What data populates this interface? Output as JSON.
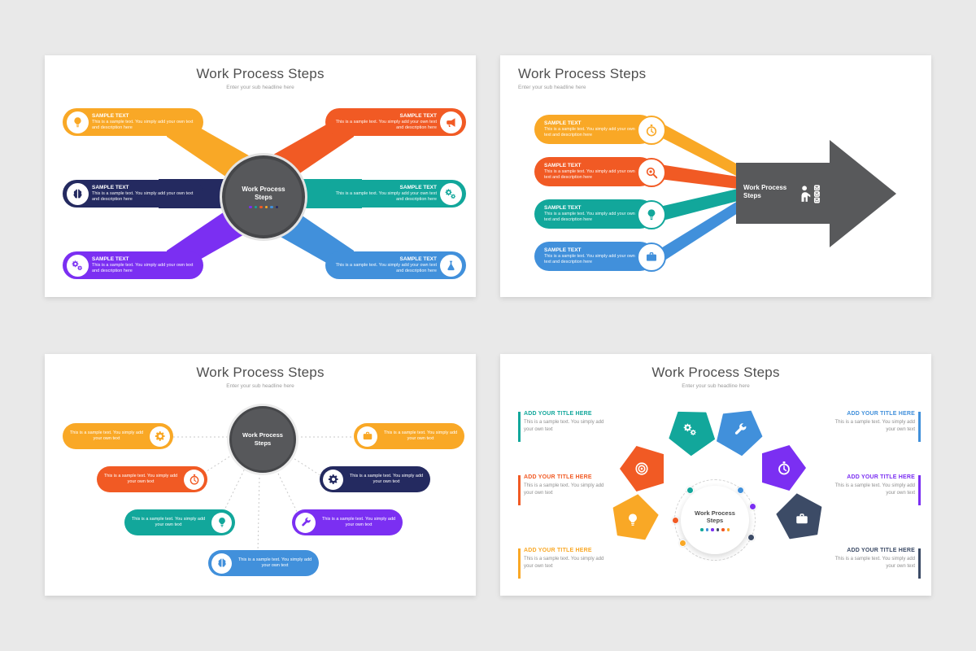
{
  "slide1": {
    "title": "Work Process Steps",
    "subtitle": "Enter your sub headline here",
    "center_label": "Work Process Steps",
    "items": [
      {
        "heading": "SAMPLE TEXT",
        "body": "This is a sample text. You simply add your own text and description here",
        "color": "#F9A826",
        "icon": "lightbulb-icon"
      },
      {
        "heading": "SAMPLE TEXT",
        "body": "This is a sample text. You simply add your own text and description here",
        "color": "#F15A24",
        "icon": "megaphone-icon"
      },
      {
        "heading": "SAMPLE TEXT",
        "body": "This is a sample text. You simply add your own text and description here",
        "color": "#242A60",
        "icon": "brain-icon"
      },
      {
        "heading": "SAMPLE TEXT",
        "body": "This is a sample text. You simply add your own text and description here",
        "color": "#12A79B",
        "icon": "gears-icon"
      },
      {
        "heading": "SAMPLE TEXT",
        "body": "This is a sample text. You simply add your own text and description here",
        "color": "#7B2FF2",
        "icon": "gears-icon"
      },
      {
        "heading": "SAMPLE TEXT",
        "body": "This is a sample text. You simply add your own text and description here",
        "color": "#4190DB",
        "icon": "flask-icon"
      }
    ]
  },
  "slide2": {
    "title": "Work Process Steps",
    "subtitle": "Enter your sub headline here",
    "arrow_label": "Work Process Steps",
    "arrow_color": "#58595B",
    "items": [
      {
        "heading": "SAMPLE TEXT",
        "body": "This is a sample text. You simply add your own text and description here",
        "color": "#F9A826",
        "icon": "timer-icon"
      },
      {
        "heading": "SAMPLE TEXT",
        "body": "This is a sample text. You simply add your own text and description here",
        "color": "#F15A24",
        "icon": "search-icon"
      },
      {
        "heading": "SAMPLE TEXT",
        "body": "This is a sample text. You simply add your own text and description here",
        "color": "#12A79B",
        "icon": "lightbulb-icon"
      },
      {
        "heading": "SAMPLE TEXT",
        "body": "This is a sample text. You simply add your own text and description here",
        "color": "#4190DB",
        "icon": "briefcase-icon"
      }
    ]
  },
  "slide3": {
    "title": "Work Process Steps",
    "subtitle": "Enter your sub headline here",
    "center_label": "Work Process Steps",
    "items": [
      {
        "body": "This is a sample text. You simply add your own text",
        "color": "#F9A826",
        "icon": "gear-icon"
      },
      {
        "body": "This is a sample text. You simply add your own text",
        "color": "#F9A826",
        "icon": "briefcase-icon"
      },
      {
        "body": "This is a sample text. You simply add your own text",
        "color": "#F15A24",
        "icon": "timer-icon"
      },
      {
        "body": "This is a sample text. You simply add your own text",
        "color": "#242A60",
        "icon": "gear-icon"
      },
      {
        "body": "This is a sample text. You simply add your own text",
        "color": "#12A79B",
        "icon": "lightbulb-icon"
      },
      {
        "body": "This is a sample text. You simply add your own text",
        "color": "#7B2FF2",
        "icon": "tools-icon"
      },
      {
        "body": "This is a sample text. You simply add your own text",
        "color": "#4190DB",
        "icon": "brain-icon"
      }
    ]
  },
  "slide4": {
    "title": "Work Process Steps",
    "subtitle": "Enter your sub headline here",
    "center_label": "Work Process Steps",
    "left_blocks": [
      {
        "heading": "ADD YOUR TITLE HERE",
        "body": "This is a sample text. You simply add your own text",
        "color": "#12A79B"
      },
      {
        "heading": "ADD YOUR TITLE HERE",
        "body": "This is a sample text. You simply add your own text",
        "color": "#F15A24"
      },
      {
        "heading": "ADD YOUR TITLE HERE",
        "body": "This is a sample text. You simply add your own text",
        "color": "#F9A826"
      }
    ],
    "right_blocks": [
      {
        "heading": "ADD YOUR TITLE HERE",
        "body": "This is a sample text. You simply add your own text",
        "color": "#4190DB"
      },
      {
        "heading": "ADD YOUR TITLE HERE",
        "body": "This is a sample text. You simply add your own text",
        "color": "#7B2FF2"
      },
      {
        "heading": "ADD YOUR TITLE HERE",
        "body": "This is a sample text. You simply add your own text",
        "color": "#3C4B66"
      }
    ],
    "pentagons": [
      {
        "color": "#F15A24",
        "icon": "target-icon"
      },
      {
        "color": "#12A79B",
        "icon": "gears-icon"
      },
      {
        "color": "#4190DB",
        "icon": "tools-icon"
      },
      {
        "color": "#7B2FF2",
        "icon": "timer-icon"
      },
      {
        "color": "#F9A826",
        "icon": "lightbulb-icon"
      },
      {
        "color": "#3C4B66",
        "icon": "briefcase-icon"
      }
    ]
  }
}
